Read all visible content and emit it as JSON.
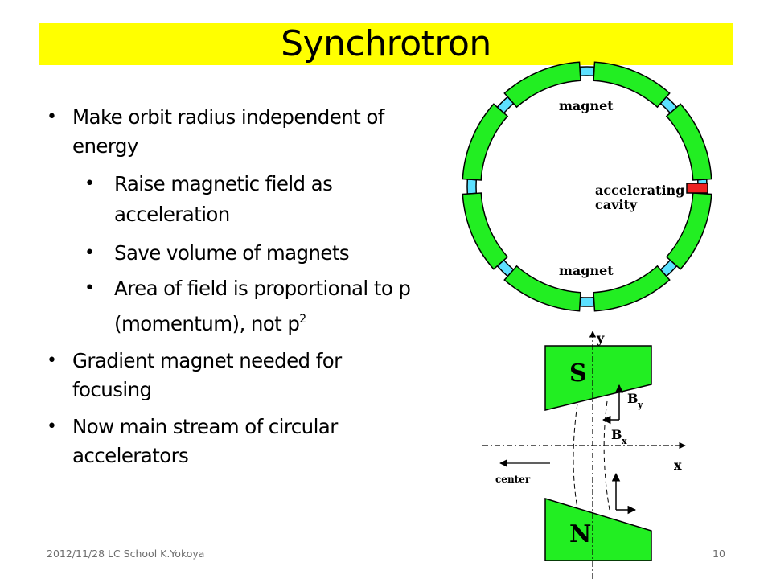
{
  "slide": {
    "title": "Synchrotron",
    "bullets": [
      {
        "line1": "Make orbit radius independent of",
        "line2": "energy"
      },
      {
        "line1": "Raise magnetic field as",
        "line2": "acceleration"
      },
      {
        "line1": "Save volume of magnets"
      },
      {
        "line1": "Area of field is proportional to p",
        "line2": "(momentum), not p",
        "sup": "2"
      },
      {
        "line1": "Gradient magnet needed for",
        "line2": "focusing"
      },
      {
        "line1": "Now main stream of circular",
        "line2": "accelerators"
      }
    ],
    "bullet_char": "•"
  },
  "ring_diagram": {
    "label_magnet_top": "magnet",
    "label_magnet_bottom": "magnet",
    "label_cavity_line1": "accelerating",
    "label_cavity_line2": "cavity"
  },
  "magnet_diagram": {
    "pole_top": "S",
    "pole_bottom": "N",
    "axis_y": "y",
    "axis_x": "x",
    "by_main": "B",
    "by_sub": "y",
    "bx_main": "B",
    "bx_sub": "x",
    "center_label": "center"
  },
  "footer": {
    "left": "2012/11/28 LC School K.Yokoya",
    "page": "10"
  },
  "colors": {
    "title_bg": "#ffff00",
    "magnet_green": "#22ee22",
    "gap_cyan": "#5ce0ff",
    "cavity_red": "#ee2222"
  }
}
